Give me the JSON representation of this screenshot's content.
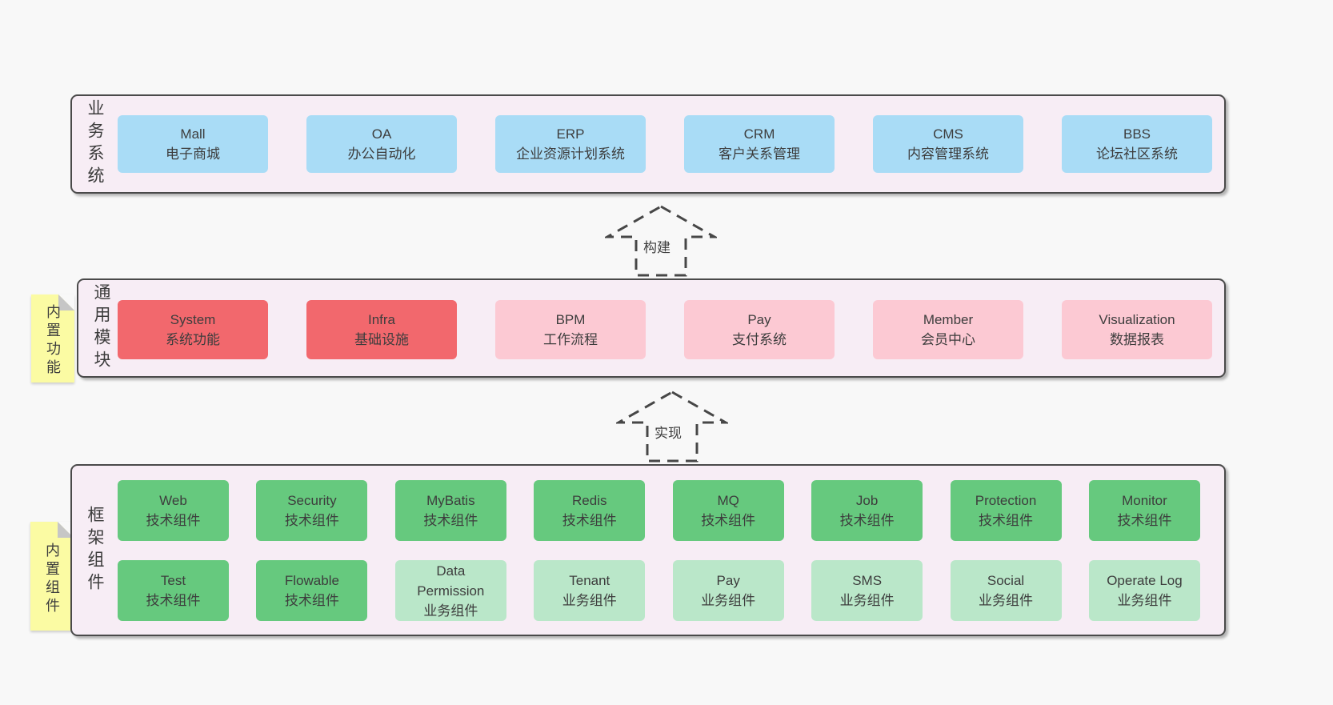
{
  "palette": {
    "page_bg": "#f8f8f8",
    "panel_bg": "#f7edf5",
    "panel_border": "#4a4a4a",
    "blue_box": "#a9dcf6",
    "red_box": "#f2686d",
    "pink_box": "#fcc9d3",
    "green_box": "#66c97e",
    "light_green_box": "#bae7c9",
    "sticky_yellow": "#fbfba3"
  },
  "layers": {
    "business": {
      "label": "业务系统",
      "boxes": [
        {
          "title": "Mall",
          "subtitle": "电子商城"
        },
        {
          "title": "OA",
          "subtitle": "办公自动化"
        },
        {
          "title": "ERP",
          "subtitle": "企业资源计划系统"
        },
        {
          "title": "CRM",
          "subtitle": "客户关系管理"
        },
        {
          "title": "CMS",
          "subtitle": "内容管理系统"
        },
        {
          "title": "BBS",
          "subtitle": "论坛社区系统"
        }
      ]
    },
    "modules": {
      "label": "通用模块",
      "sticky": "内置功能",
      "boxes": [
        {
          "title": "System",
          "subtitle": "系统功能"
        },
        {
          "title": "Infra",
          "subtitle": "基础设施"
        },
        {
          "title": "BPM",
          "subtitle": "工作流程"
        },
        {
          "title": "Pay",
          "subtitle": "支付系统"
        },
        {
          "title": "Member",
          "subtitle": "会员中心"
        },
        {
          "title": "Visualization",
          "subtitle": "数据报表"
        }
      ]
    },
    "components": {
      "label": "框架组件",
      "sticky": "内置组件",
      "row1": [
        {
          "title": "Web",
          "subtitle": "技术组件"
        },
        {
          "title": "Security",
          "subtitle": "技术组件"
        },
        {
          "title": "MyBatis",
          "subtitle": "技术组件"
        },
        {
          "title": "Redis",
          "subtitle": "技术组件"
        },
        {
          "title": "MQ",
          "subtitle": "技术组件"
        },
        {
          "title": "Job",
          "subtitle": "技术组件"
        },
        {
          "title": "Protection",
          "subtitle": "技术组件"
        },
        {
          "title": "Monitor",
          "subtitle": "技术组件"
        }
      ],
      "row2": [
        {
          "title": "Test",
          "subtitle": "技术组件"
        },
        {
          "title": "Flowable",
          "subtitle": "技术组件"
        },
        {
          "title": "Data Permission",
          "subtitle": "业务组件"
        },
        {
          "title": "Tenant",
          "subtitle": "业务组件"
        },
        {
          "title": "Pay",
          "subtitle": "业务组件"
        },
        {
          "title": "SMS",
          "subtitle": "业务组件"
        },
        {
          "title": "Social",
          "subtitle": "业务组件"
        },
        {
          "title": "Operate Log",
          "subtitle": "业务组件"
        }
      ]
    }
  },
  "arrows": [
    {
      "label": "构建"
    },
    {
      "label": "实现"
    }
  ]
}
